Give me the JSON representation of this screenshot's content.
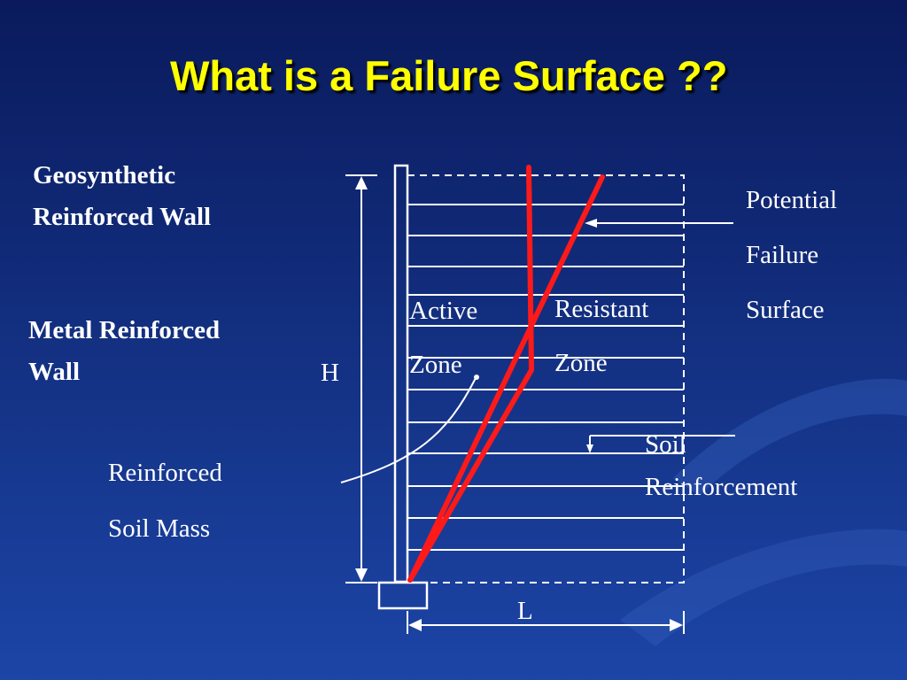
{
  "slide": {
    "title": "What is a Failure Surface ??"
  },
  "labels": {
    "geosynthetic_line1": "Geosynthetic",
    "geosynthetic_line2": "Reinforced Wall",
    "metal_line1": "Metal Reinforced",
    "metal_line2": "Wall",
    "reinforced_soil_line1": "Reinforced",
    "reinforced_soil_line2": "Soil Mass",
    "height": "H",
    "length": "L",
    "active_line1": "Active",
    "active_line2": "Zone",
    "resistant_line1": "Resistant",
    "resistant_line2": "Zone",
    "potential_line1": "Potential",
    "potential_line2": "Failure",
    "potential_line3": "Surface",
    "soil_line1": "Soil",
    "soil_line2": "Reinforcement"
  },
  "colors": {
    "background_top": "#0a1a5c",
    "background_bottom": "#1c45a6",
    "title": "#ffff00",
    "text": "#ffffff",
    "failure_surface": "#ff1a1a"
  }
}
